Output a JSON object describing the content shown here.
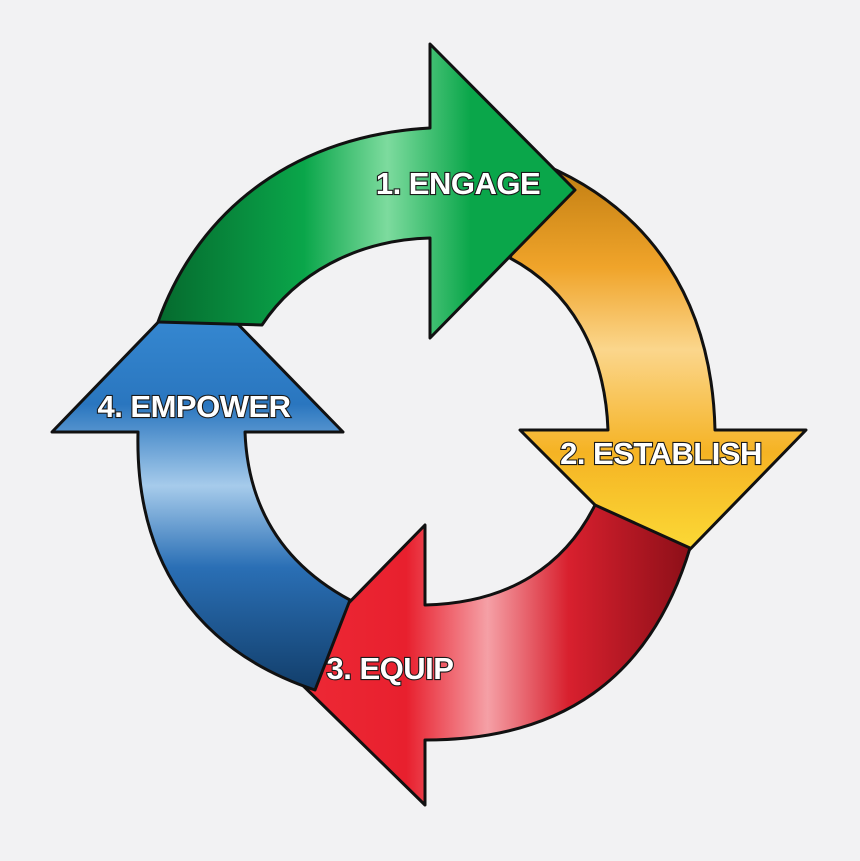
{
  "steps": [
    {
      "number": "1.",
      "label": "1. ENGAGE",
      "color": "#0aa64a",
      "color_dark": "#056a2e",
      "color_light": "#7ddb9e"
    },
    {
      "number": "2.",
      "label": "2. ESTABLISH",
      "color": "#f5b324",
      "color_dark": "#c07d12",
      "color_light": "#fbe08c"
    },
    {
      "number": "3.",
      "label": "3. EQUIP",
      "color": "#e8202e",
      "color_dark": "#8c0f18",
      "color_light": "#f5a0a6"
    },
    {
      "number": "4.",
      "label": "4. EMPOWER",
      "color": "#2a76bf",
      "color_dark": "#123e6a",
      "color_light": "#a6cbeb"
    }
  ]
}
